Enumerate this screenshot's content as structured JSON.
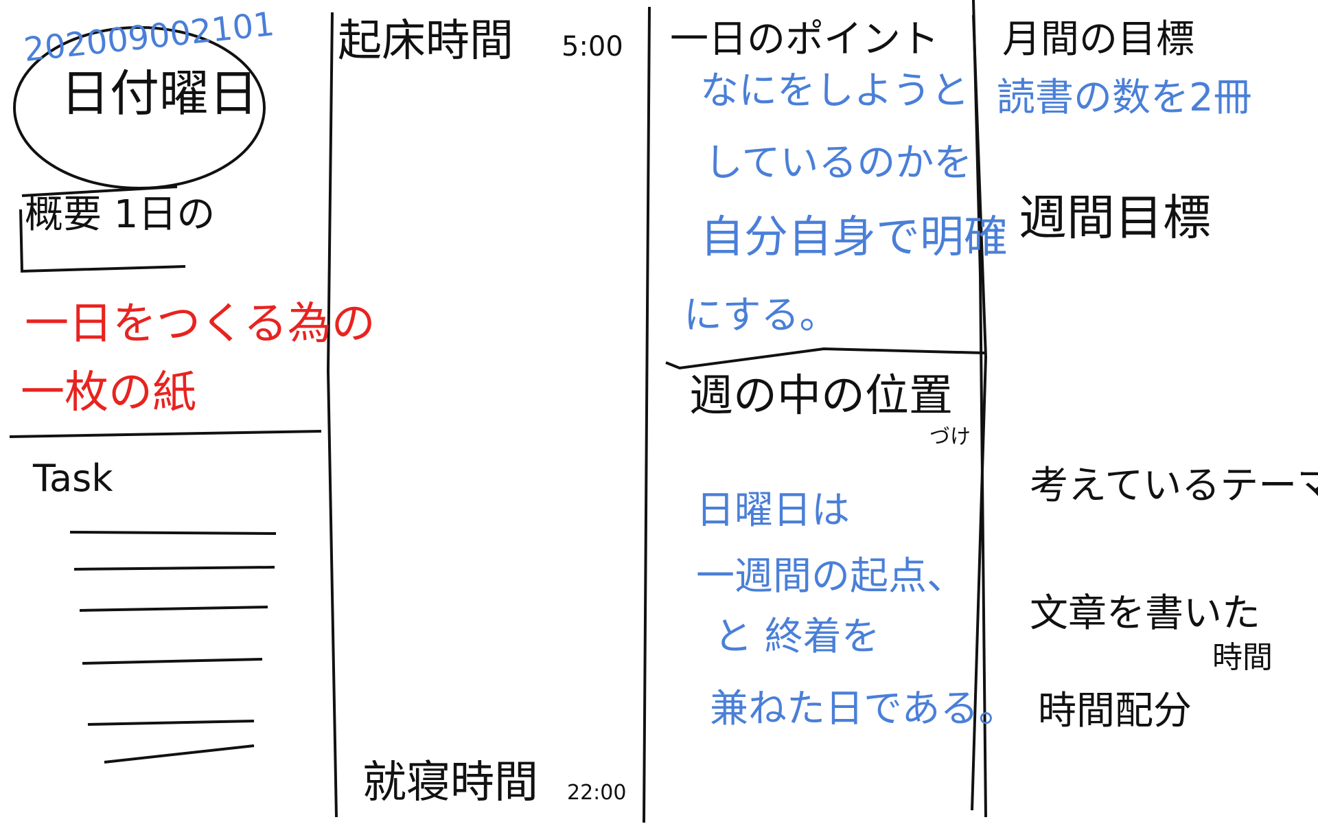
{
  "colors": {
    "ink": "#111111",
    "blue": "#4a7fd8",
    "red": "#e8231f"
  },
  "left_column": {
    "date_number": "202009002101",
    "date_circle_label": "日付曜日",
    "summary_box_label": "概要 1日の",
    "purpose_line1": "一日をつくる為の",
    "purpose_line2": "一枚の紙",
    "task_label": "Task",
    "task_line_count": 6
  },
  "time_column": {
    "wake_label": "起床時間",
    "wake_time": "5:00",
    "sleep_label": "就寝時間",
    "sleep_time": "22:00"
  },
  "point_column": {
    "point_heading": "一日のポイント",
    "point_lines": [
      "なにをしようと",
      "しているのかを",
      "自分自身で明確",
      "にする。"
    ],
    "week_heading": "週の中の位置",
    "week_heading_suffix": "づけ",
    "week_lines": [
      "日曜日は",
      "一週間の起点、",
      "と 終着を",
      "兼ねた日である。"
    ]
  },
  "goal_column": {
    "monthly_goal_label": "月間の目標",
    "monthly_goal_value": "読書の数を2冊",
    "weekly_goal_label": "週間目標",
    "theme_label": "考えているテーマ",
    "writing_time_label": "文章を書いた",
    "writing_time_suffix": "時間",
    "time_allocation_label": "時間配分"
  }
}
